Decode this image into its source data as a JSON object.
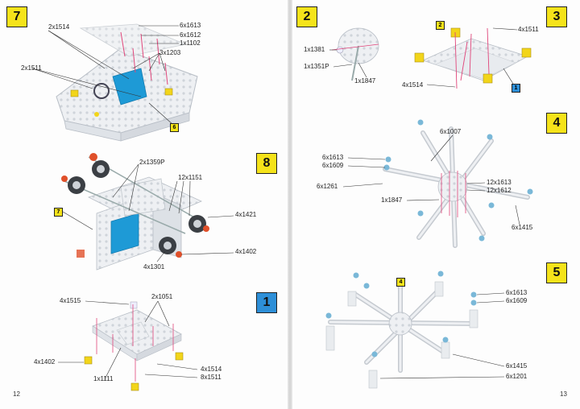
{
  "pages": {
    "left_number": "12",
    "right_number": "13"
  },
  "steps": {
    "s7": "7",
    "s8": "8",
    "s1": "1",
    "s2": "2",
    "s3": "3",
    "s4": "4",
    "s5": "5"
  },
  "tags": {
    "t6": "6",
    "t7": "7",
    "t2": "2",
    "t1": "1",
    "t4": "4"
  },
  "labels": {
    "s7_2x1514": "2x1514",
    "s7_2x1511": "2x1511",
    "s7_6x1613": "6x1613",
    "s7_6x1612": "6x1612",
    "s7_1x1102": "1x1102",
    "s7_3x1203": "3x1203",
    "s8_2x1359P": "2x1359P",
    "s8_12x1151": "12x1151",
    "s8_4x1421": "4x1421",
    "s8_4x1402": "4x1402",
    "s8_4x1301": "4x1301",
    "s1_4x1515": "4x1515",
    "s1_2x1051": "2x1051",
    "s1_4x1402": "4x1402",
    "s1_4x1514": "4x1514",
    "s1_1x1111": "1x1111",
    "s1_8x1511": "8x1511",
    "s2_1x1381": "1x1381",
    "s2_1x1351P": "1x1351P",
    "s2_1x1847": "1x1847",
    "s3_4x1511": "4x1511",
    "s3_4x1514": "4x1514",
    "s4_6x1007": "6x1007",
    "s4_6x1613": "6x1613",
    "s4_6x1609": "6x1609",
    "s4_6x1261": "6x1261",
    "s4_12x1613": "12x1613",
    "s4_12x1612": "12x1612",
    "s4_1x1847": "1x1847",
    "s4_6x1415": "6x1415",
    "s5_6x1613": "6x1613",
    "s5_6x1609": "6x1609",
    "s5_6x1415": "6x1415",
    "s5_6x1201": "6x1201"
  },
  "colors": {
    "step_yellow": "#f5e31a",
    "step_blue": "#2d8fd8",
    "part_red": "#e0502a",
    "part_blue": "#1e9ad6",
    "part_yellow": "#f2d51a",
    "arrow_pink": "#e0457a",
    "fastener_blue": "#7ab8d8"
  }
}
